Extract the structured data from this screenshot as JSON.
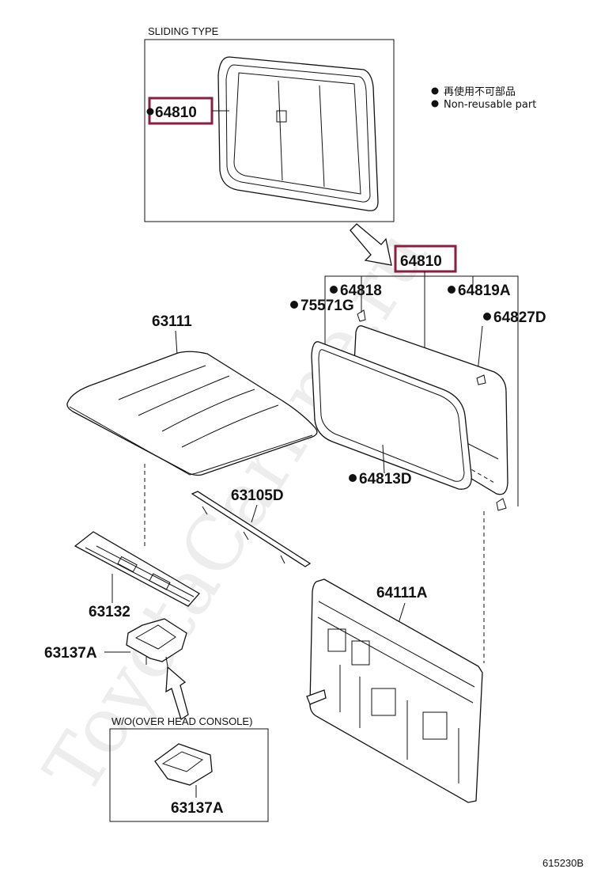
{
  "inset_top": {
    "title": "SLIDING TYPE",
    "part": "64810"
  },
  "legend": {
    "line1": "再使用不可部品",
    "line2": "Non-reusable part"
  },
  "parts": {
    "p64810": "64810",
    "p64818": "64818",
    "p64819A": "64819A",
    "p75571G": "75571G",
    "p64827D": "64827D",
    "p63111": "63111",
    "p64813D": "64813D",
    "p63105D": "63105D",
    "p64111A": "64111A",
    "p63132": "63132",
    "p63137A": "63137A"
  },
  "inset_bottom": {
    "title": "W/O(OVER HEAD CONSOLE)",
    "part": "63137A"
  },
  "diagram_code": "615230B",
  "watermark": "ToyotaCarline.ru",
  "colors": {
    "highlight": "#8b1e3f",
    "line": "#111111"
  }
}
